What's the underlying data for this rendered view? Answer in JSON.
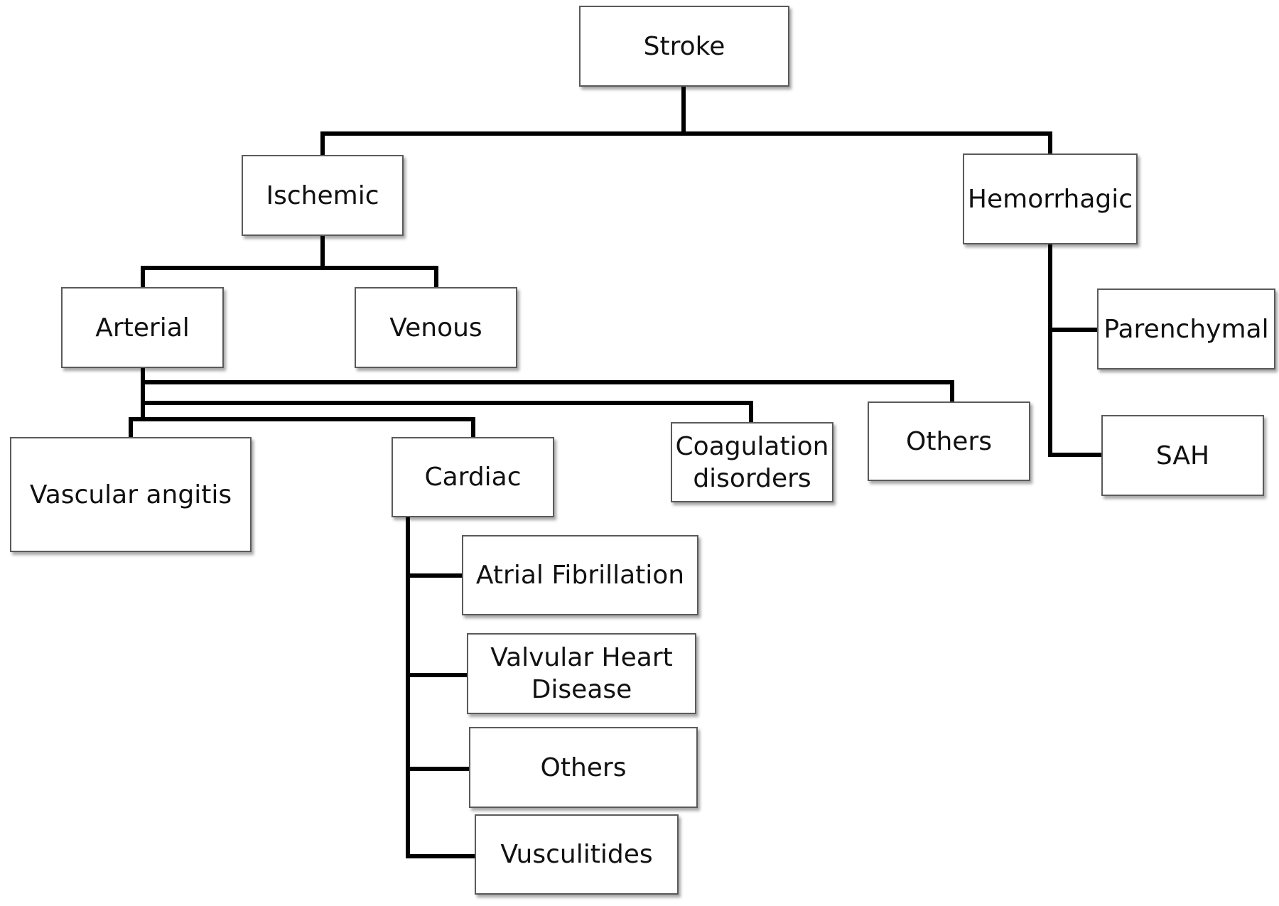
{
  "nodes": {
    "stroke": "Stroke",
    "ischemic": "Ischemic",
    "hemorrhagic": "Hemorrhagic",
    "arterial": "Arterial",
    "venous": "Venous",
    "parenchymal": "Parenchymal",
    "sah": "SAH",
    "vascular_angitis": "Vascular angitis",
    "cardiac": "Cardiac",
    "coagulation_disorders": "Coagulation\ndisorders",
    "arterial_others": "Others",
    "atrial_fibrillation": "Atrial Fibrillation",
    "valvular_heart_disease": "Valvular Heart\nDisease",
    "cardiac_others": "Others",
    "vusculitides": "Vusculitides"
  },
  "colors": {
    "connector": "#000000",
    "box_border": "#5a5a5a",
    "text": "#111111"
  }
}
